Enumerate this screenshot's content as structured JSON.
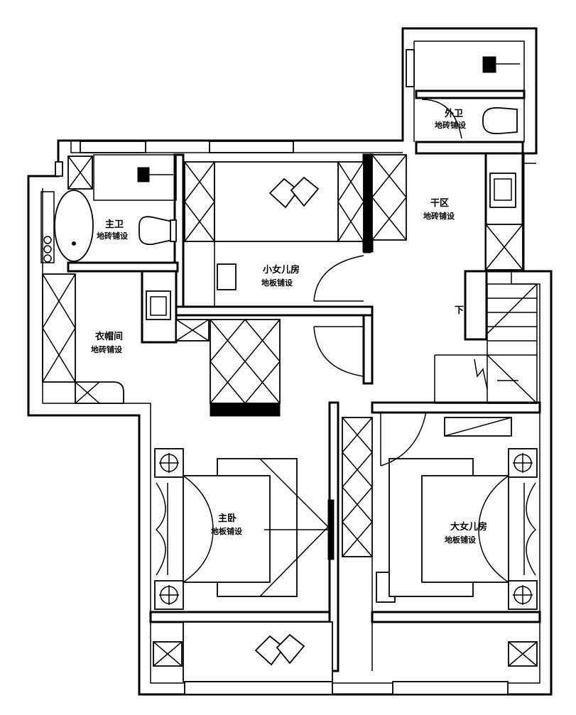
{
  "rooms": {
    "master_bath": {
      "name": "主卫",
      "floor": "地砖铺设"
    },
    "guest_bath": {
      "name": "外卫",
      "floor": "地砖铺设"
    },
    "dry_area": {
      "name": "干区",
      "floor": "地砖铺设"
    },
    "cloakroom": {
      "name": "衣帽间",
      "floor": "地砖铺设"
    },
    "small_daughter_room": {
      "name": "小女儿房",
      "floor": "地板铺设"
    },
    "master_bedroom": {
      "name": "主卧",
      "floor": "地板铺设"
    },
    "big_daughter_room": {
      "name": "大女儿房",
      "floor": "地板铺设"
    }
  },
  "stair": {
    "down_label": "下"
  },
  "colors": {
    "line": "#000000",
    "background": "#ffffff"
  }
}
